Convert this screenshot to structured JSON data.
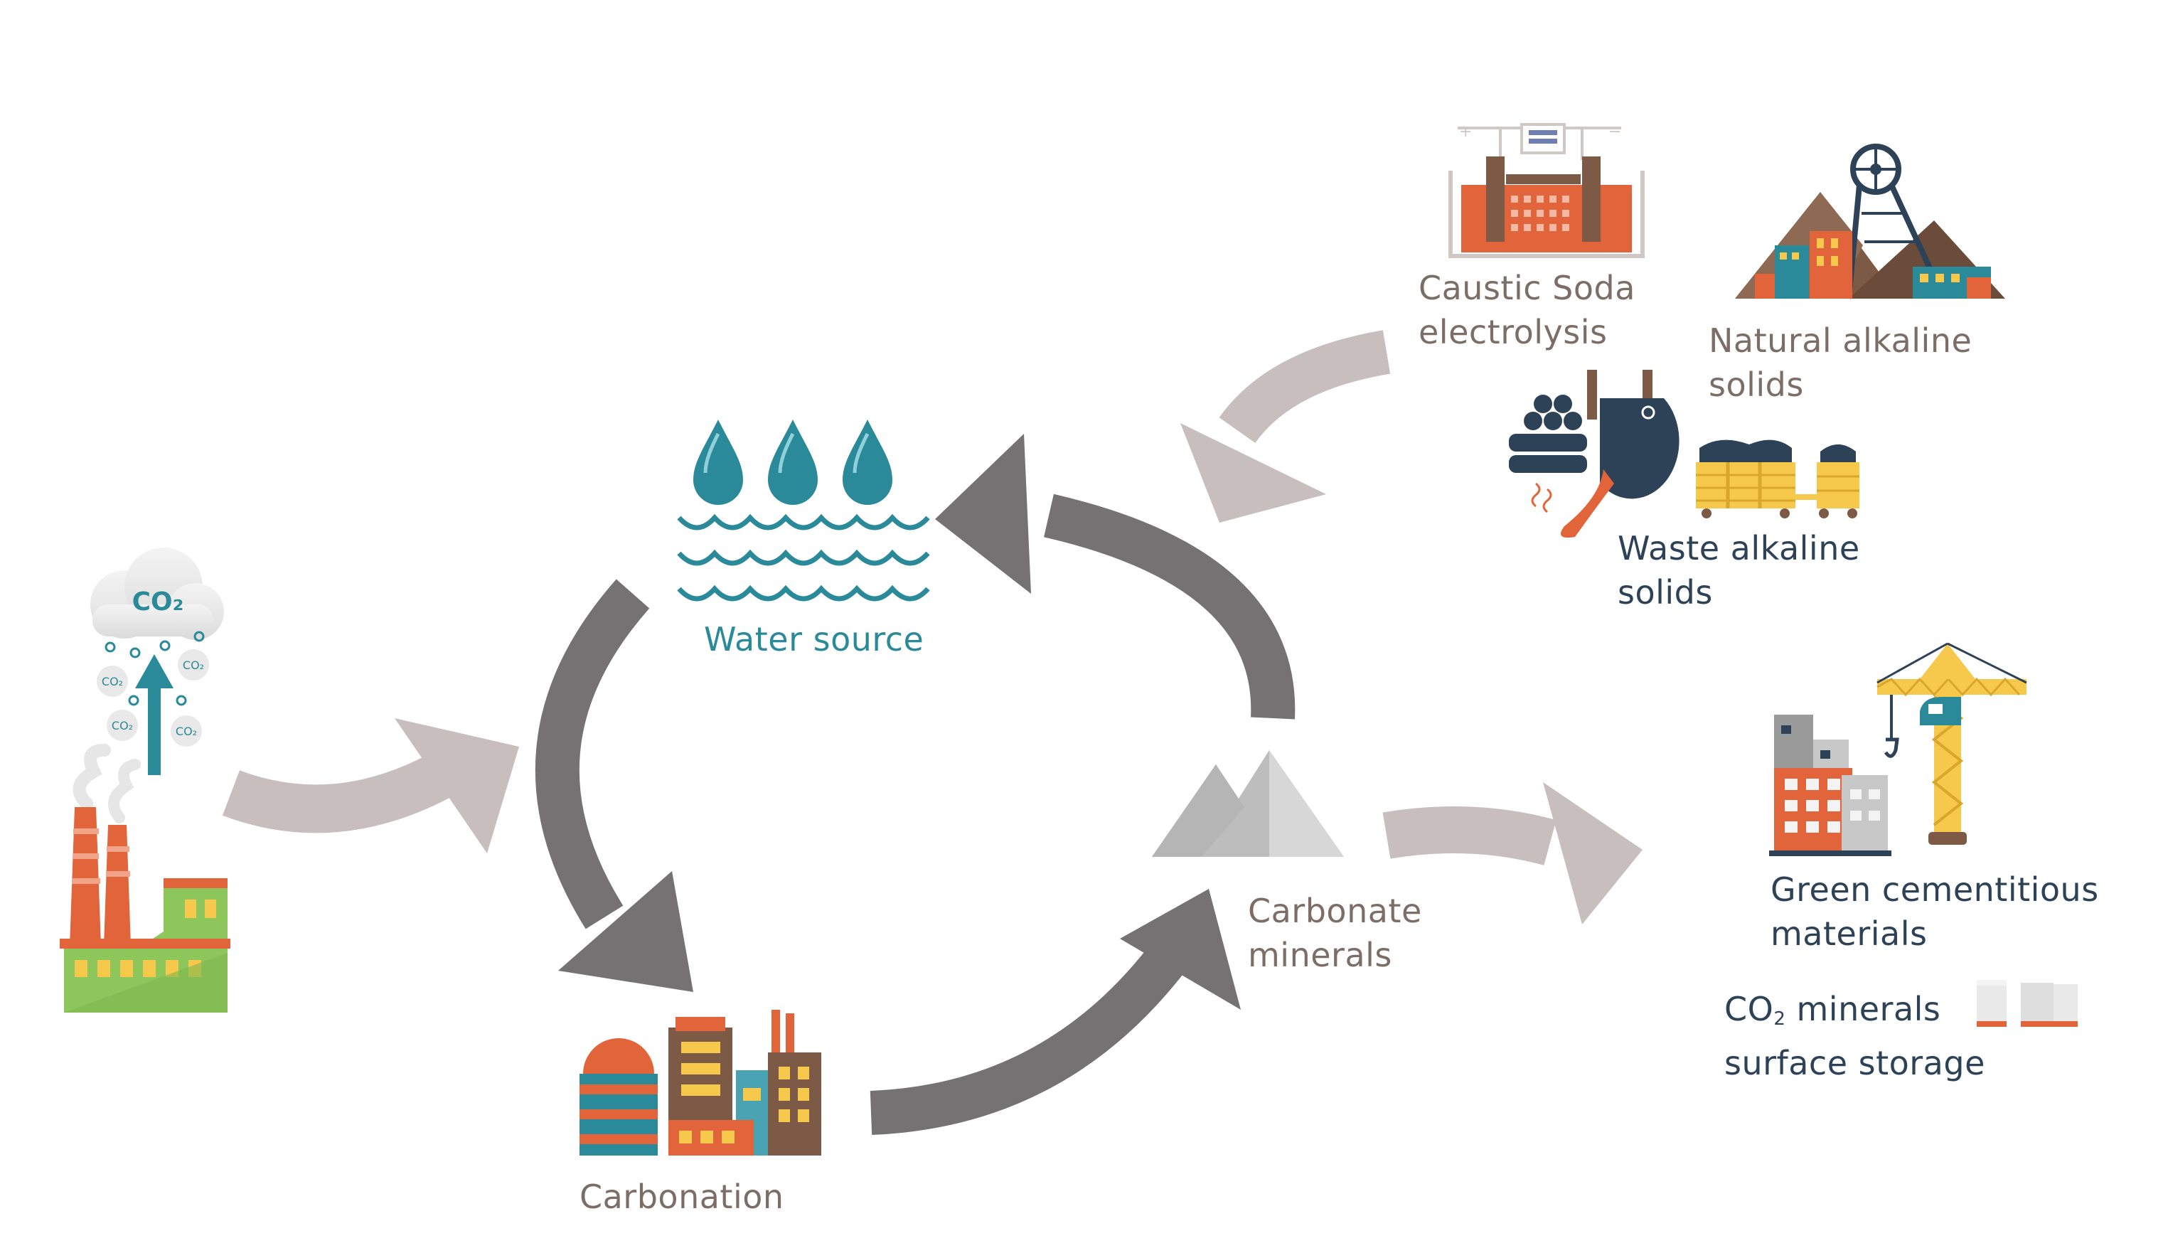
{
  "colors": {
    "dark_arrow": "#747272",
    "light_arrow": "#c7bebd",
    "water": "#2b8a99",
    "label": "#7c6e67",
    "water_label": "#2b8a99",
    "orange": "#e2643a",
    "yellow": "#f6c84b",
    "green": "#8dc65a",
    "brown": "#7c5a45",
    "navy": "#2d4257"
  },
  "icons": {
    "co2_emitter": "factory-co2-icon",
    "water": "water-drops-icon",
    "carbonation": "carbonation-plant-icon",
    "carbonate": "mineral-pile-icon",
    "electrolysis": "electrolysis-cell-icon",
    "natural": "mine-icon",
    "waste": "steel-slag-icon",
    "green": "construction-crane-icon",
    "storage": "storage-blocks-icon"
  },
  "co2_cloud": {
    "main": "CO₂",
    "bubble": "CO₂"
  },
  "labels": {
    "water_source": "Water source",
    "carbonation": "Carbonation",
    "carbonate_l1": "Carbonate",
    "carbonate_l2": "minerals",
    "caustic_l1": "Caustic Soda",
    "caustic_l2": "electrolysis",
    "natural_l1": "Natural alkaline",
    "natural_l2": "solids",
    "waste_l1": "Waste alkaline",
    "waste_l2": "solids",
    "green_l1": "Green cementitious",
    "green_l2": "materials",
    "storage_prefix": "CO",
    "storage_sub": "2",
    "storage_l1_rest": " minerals",
    "storage_l2": "surface storage"
  }
}
